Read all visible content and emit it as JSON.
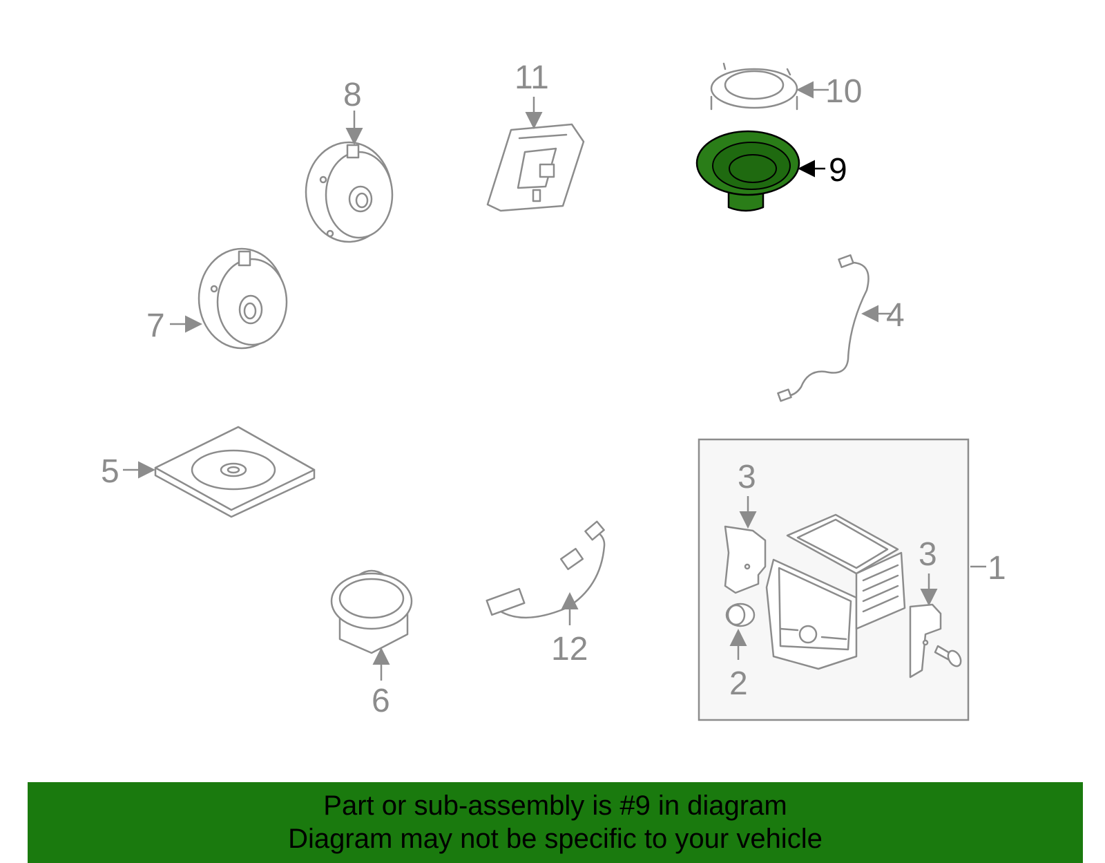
{
  "callouts": {
    "c1": "1",
    "c2": "2",
    "c3a": "3",
    "c3b": "3",
    "c4": "4",
    "c5": "5",
    "c6": "6",
    "c7": "7",
    "c8": "8",
    "c9": "9",
    "c10": "10",
    "c11": "11",
    "c12": "12"
  },
  "selected_part": "9",
  "colors": {
    "highlight": "#2a7d18",
    "banner": "#1a7a0e",
    "line": "#8c8c8c"
  },
  "banner": {
    "line1": "Part or sub-assembly is #9 in diagram",
    "line2": "Diagram may not be specific to your vehicle"
  }
}
